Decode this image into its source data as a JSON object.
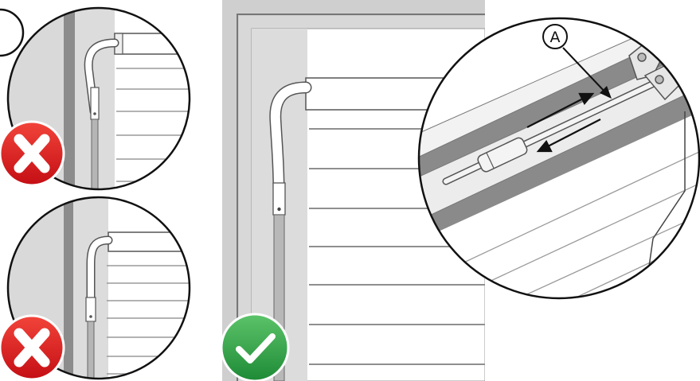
{
  "diagram": {
    "panels": [
      {
        "id": "wrong-install-top",
        "status": "incorrect",
        "status_icon": "x-mark-icon",
        "status_color": "#e0191f"
      },
      {
        "id": "wrong-install-bottom",
        "status": "incorrect",
        "status_icon": "x-mark-icon",
        "status_color": "#e0191f"
      },
      {
        "id": "correct-install",
        "status": "correct",
        "status_icon": "check-mark-icon",
        "status_color": "#2fa84a"
      },
      {
        "id": "detail-zoom",
        "status": "detail",
        "callout_label": "A"
      }
    ],
    "callout": {
      "label": "A"
    }
  }
}
